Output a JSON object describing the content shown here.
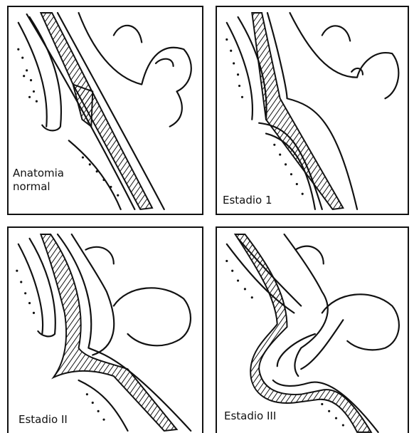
{
  "panels": [
    {
      "id": "anatomia-normal",
      "label_lines": [
        "Anatomia",
        "normal"
      ]
    },
    {
      "id": "estadio-1",
      "label": "Estadio 1"
    },
    {
      "id": "estadio-ii",
      "label": "Estadio II"
    },
    {
      "id": "estadio-iii",
      "label": "Estadio III"
    }
  ],
  "colors": {
    "ink": "#111111",
    "background": "#ffffff"
  }
}
